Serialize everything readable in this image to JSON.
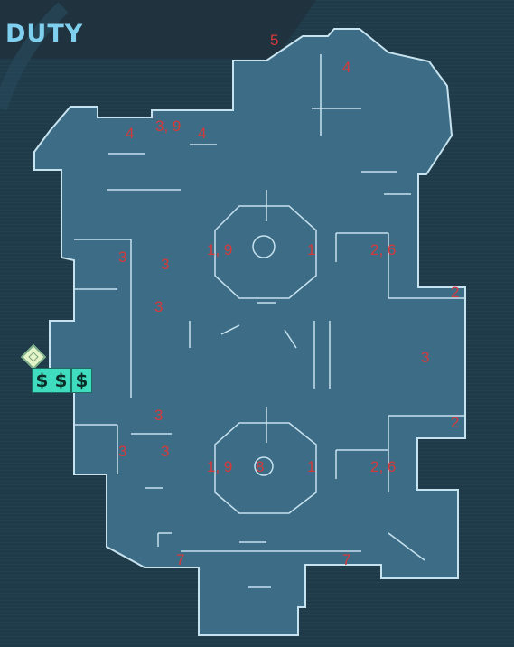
{
  "map": {
    "title": "DUTY"
  },
  "markers": [
    {
      "id": "m-5",
      "label": "5"
    },
    {
      "id": "m-4-top",
      "label": "4"
    },
    {
      "id": "m-4-left",
      "label": "4"
    },
    {
      "id": "m-39-top",
      "label": "3, 9"
    },
    {
      "id": "m-4-mid",
      "label": "4"
    },
    {
      "id": "m-3-a",
      "label": "3"
    },
    {
      "id": "m-3-b",
      "label": "3"
    },
    {
      "id": "m-19-top",
      "label": "1, 9"
    },
    {
      "id": "m-1-top",
      "label": "1"
    },
    {
      "id": "m-26-top",
      "label": "2, 6"
    },
    {
      "id": "m-2-right-top",
      "label": "2"
    },
    {
      "id": "m-3-c",
      "label": "3"
    },
    {
      "id": "m-3-right",
      "label": "3"
    },
    {
      "id": "m-2-right-bottom",
      "label": "2"
    },
    {
      "id": "m-3-d",
      "label": "3"
    },
    {
      "id": "m-3-e",
      "label": "3"
    },
    {
      "id": "m-3-f",
      "label": "3"
    },
    {
      "id": "m-19-bottom",
      "label": "1, 9"
    },
    {
      "id": "m-8",
      "label": "8"
    },
    {
      "id": "m-1-bottom",
      "label": "1"
    },
    {
      "id": "m-26-bottom",
      "label": "2, 6"
    },
    {
      "id": "m-7-left",
      "label": "7"
    },
    {
      "id": "m-7-right",
      "label": "7"
    }
  ],
  "legend_icons": [
    {
      "id": "diamond",
      "icon": "objective-diamond-icon"
    },
    {
      "id": "cash1",
      "icon": "cash-icon",
      "label": "$"
    },
    {
      "id": "cash2",
      "icon": "cash-icon",
      "label": "$"
    },
    {
      "id": "cash3",
      "icon": "cash-icon",
      "label": "$"
    }
  ],
  "colors": {
    "background": "#1f3a48",
    "floor": "#3d6d86",
    "walls": "#c7e2ef",
    "markers": "#d53a3a",
    "title": "#7fd0ee"
  }
}
